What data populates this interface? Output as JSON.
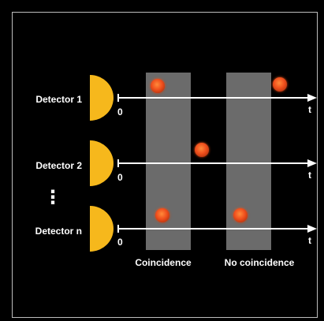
{
  "detectors": [
    {
      "label": "Detector 1",
      "origin_label": "0",
      "axis_label": "t"
    },
    {
      "label": "Detector 2",
      "origin_label": "0",
      "axis_label": "t"
    },
    {
      "label": "Detector n",
      "origin_label": "0",
      "axis_label": "t"
    }
  ],
  "ellipsis": "⋮",
  "windows": [
    {
      "label": "Coincidence"
    },
    {
      "label": "No coincidence"
    }
  ],
  "colors": {
    "background": "#000000",
    "border": "#bdbdbd",
    "detector": "#f6b81c",
    "window": "#6b6b6b",
    "photon": "#f0501e",
    "axis": "#ffffff"
  }
}
